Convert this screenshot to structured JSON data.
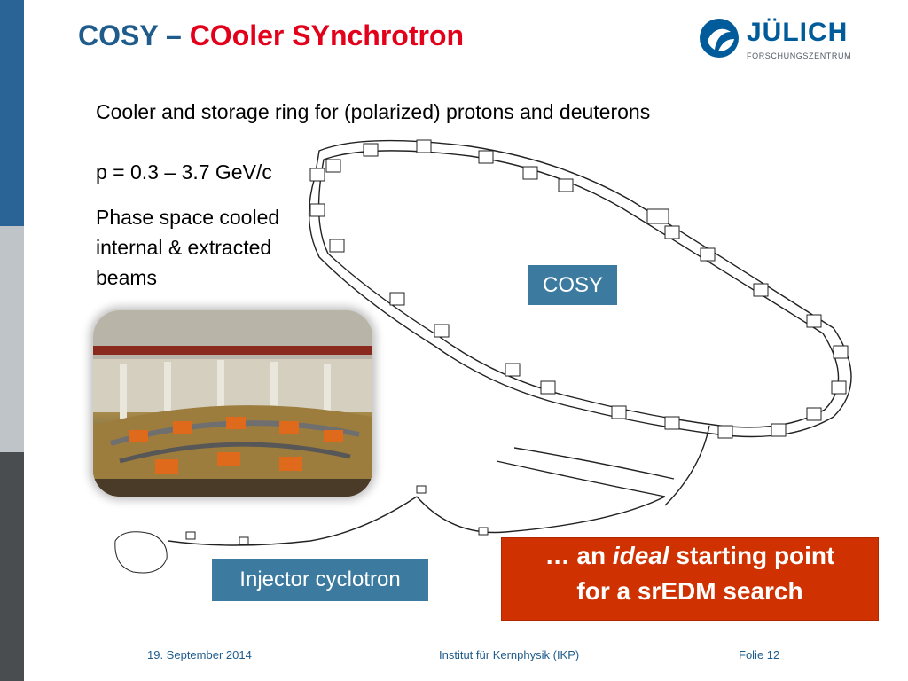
{
  "slide": {
    "title_part1": "COSY –",
    "title_part2": "COoler SYnchrotron",
    "colors": {
      "title": "#1f5c8c",
      "title_accent": "#e2001a",
      "callout": "#cf3200",
      "label_box": "#3d7aa0"
    }
  },
  "logo": {
    "name": "JÜLICH",
    "subtitle": "FORSCHUNGSZENTRUM",
    "icon": "juelich-logo-icon"
  },
  "content": {
    "line1": "Cooler and storage ring for (polarized) protons and deuterons",
    "line2": "p = 0.3 – 3.7 GeV/c",
    "line3": "Phase space cooled internal & extracted beams"
  },
  "diagram": {
    "ring_label": "COSY",
    "injector_label": "Injector cyclotron"
  },
  "callout": {
    "prefix": "… an",
    "emphasis": "ideal",
    "suffix": "starting point",
    "line2": "for a srEDM search"
  },
  "footer": {
    "date": "19. September 2014",
    "institute": "Institut für Kernphysik (IKP)",
    "page": "Folie 12"
  }
}
